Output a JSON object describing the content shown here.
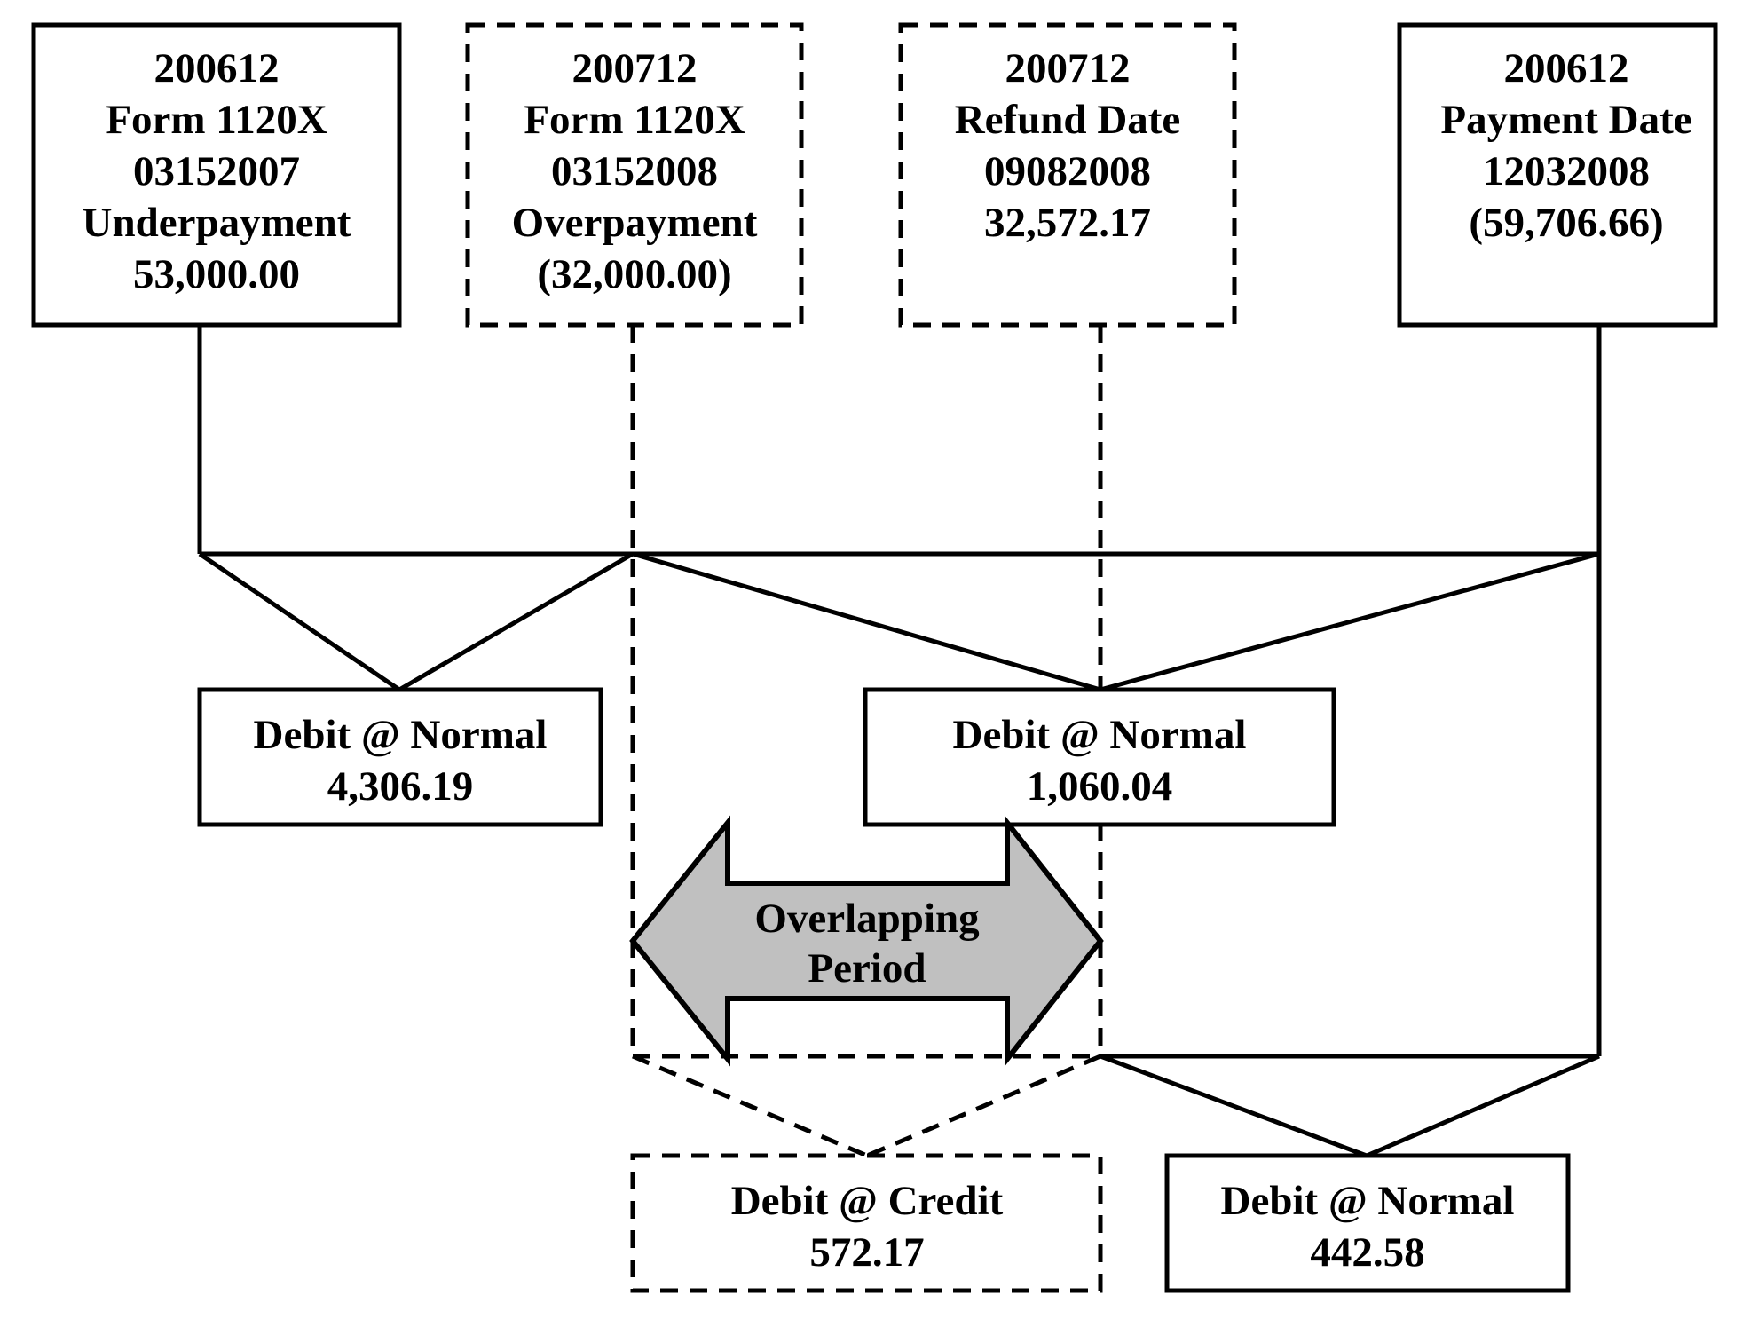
{
  "top_boxes": {
    "box1": {
      "lines": [
        "200612",
        "Form 1120X",
        "03152007",
        "Underpayment",
        "53,000.00"
      ],
      "style": "solid"
    },
    "box2": {
      "lines": [
        "200712",
        "Form 1120X",
        "03152008",
        "Overpayment",
        "(32,000.00)"
      ],
      "style": "dashed"
    },
    "box3": {
      "lines": [
        "200712",
        "Refund Date",
        "09082008",
        "32,572.17"
      ],
      "style": "dashed"
    },
    "box4": {
      "lines": [
        "200612",
        "Payment Date",
        "12032008",
        "(59,706.66)"
      ],
      "style": "solid"
    }
  },
  "result_boxes": {
    "debit1": {
      "lines": [
        "Debit @ Normal",
        "4,306.19"
      ],
      "style": "solid"
    },
    "debit2": {
      "lines": [
        "Debit @ Normal",
        "1,060.04"
      ],
      "style": "solid"
    },
    "debit3": {
      "lines": [
        "Debit @ Credit",
        "572.17"
      ],
      "style": "dashed"
    },
    "debit4": {
      "lines": [
        "Debit @ Normal",
        "442.58"
      ],
      "style": "solid"
    }
  },
  "overlap_arrow": {
    "lines": [
      "Overlapping",
      "Period"
    ],
    "fill_color": "#c0c0c0"
  },
  "colors": {
    "line": "#000000",
    "background": "#ffffff"
  }
}
